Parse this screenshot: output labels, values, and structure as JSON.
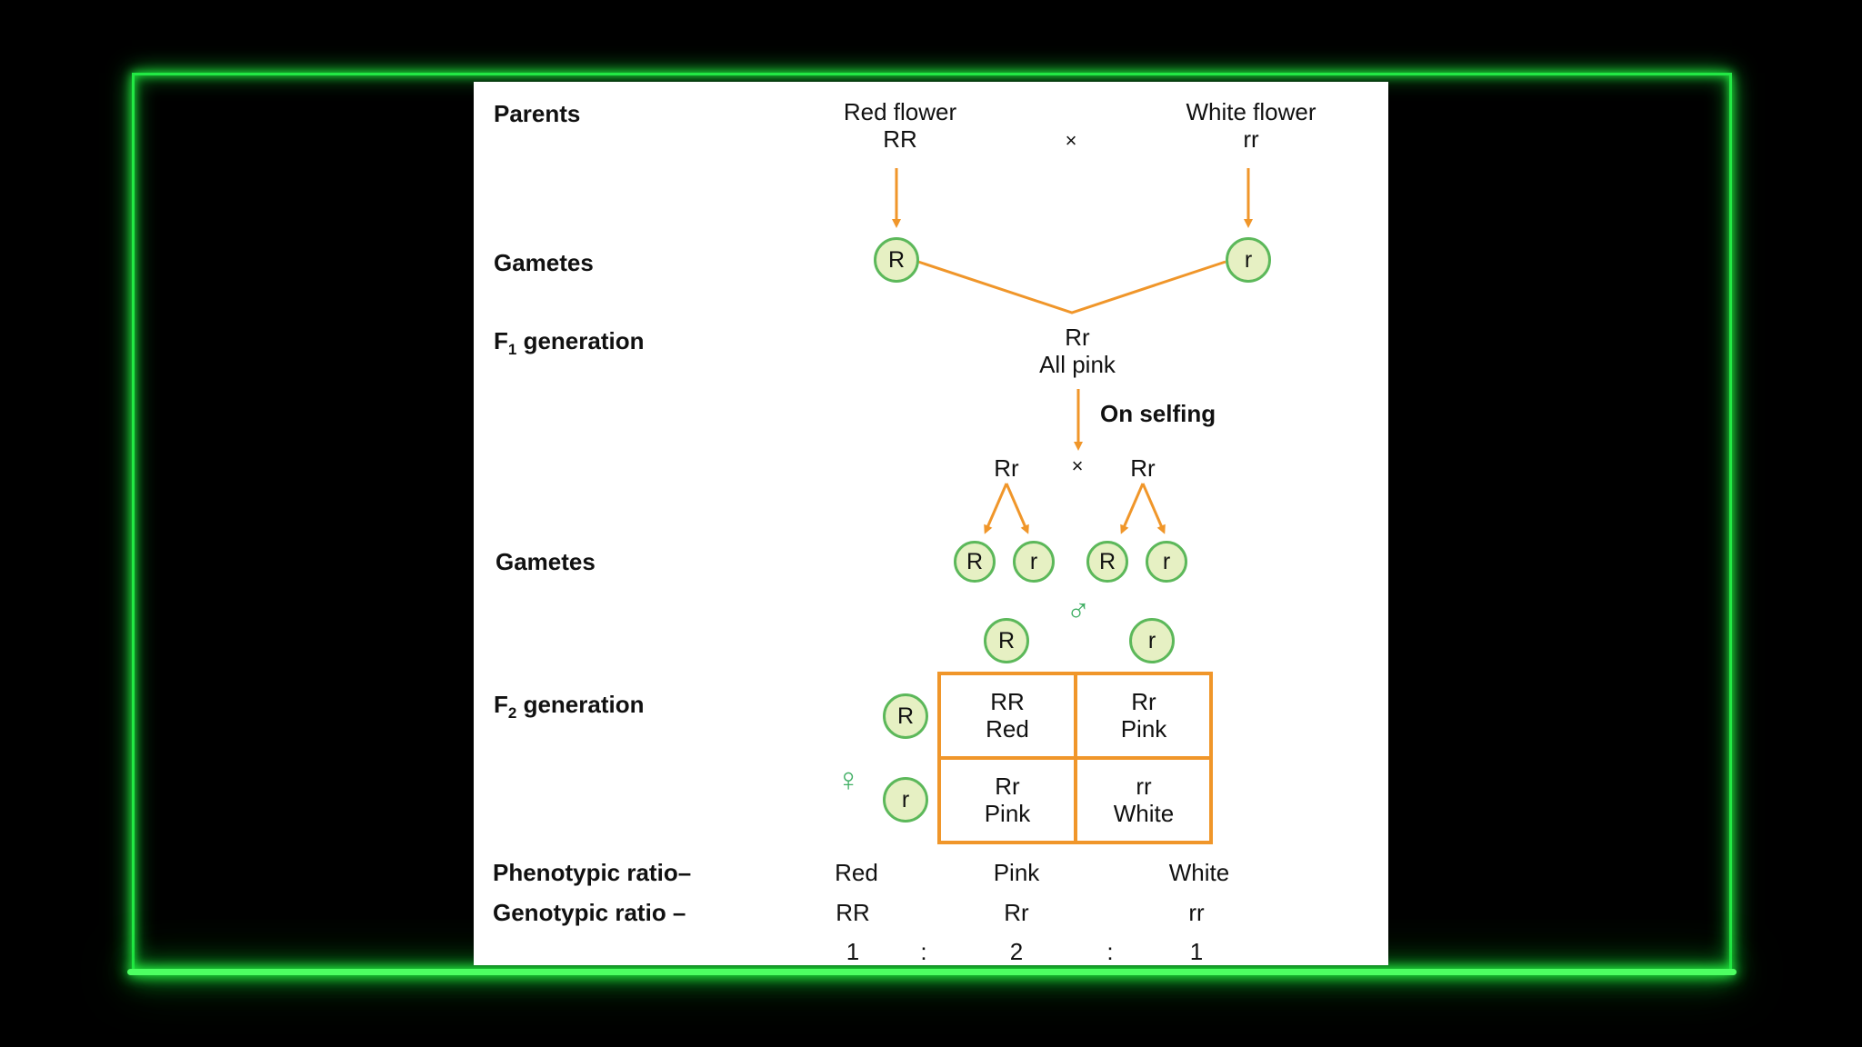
{
  "labels": {
    "parents": "Parents",
    "gametes_1": "Gametes",
    "f1_prefix": "F",
    "f1_sub": "1",
    "f1_suffix": " generation",
    "gametes_2": "Gametes",
    "f2_prefix": "F",
    "f2_sub": "2",
    "f2_suffix": " generation",
    "phenotypic": "Phenotypic ratio–",
    "genotypic": "Genotypic ratio –"
  },
  "parents": {
    "left_name": "Red flower",
    "left_genotype": "RR",
    "cross": "×",
    "right_name": "White flower",
    "right_genotype": "rr"
  },
  "gametes_1": {
    "left": "R",
    "right": "r"
  },
  "f1": {
    "genotype": "Rr",
    "phenotype": "All pink",
    "selfing": "On selfing"
  },
  "f1_cross": {
    "left": "Rr",
    "cross": "×",
    "right": "Rr"
  },
  "gametes_2": [
    "R",
    "r",
    "R",
    "r"
  ],
  "punnett": {
    "male_symbol": "♂",
    "female_symbol": "♀",
    "col_alleles": [
      "R",
      "r"
    ],
    "row_alleles": [
      "R",
      "r"
    ],
    "cells": [
      {
        "genotype": "RR",
        "phenotype": "Red"
      },
      {
        "genotype": "Rr",
        "phenotype": "Pink"
      },
      {
        "genotype": "Rr",
        "phenotype": "Pink"
      },
      {
        "genotype": "rr",
        "phenotype": "White"
      }
    ]
  },
  "ratios": {
    "phenotypes": [
      "Red",
      "Pink",
      "White"
    ],
    "genotypes": [
      "RR",
      "Rr",
      "rr"
    ],
    "numbers": [
      "1",
      "2",
      "1"
    ],
    "separator": ":"
  },
  "colors": {
    "arrow": "#f0962a",
    "circle_fill": "#e6f0c3",
    "circle_border": "#5cb85a",
    "neon": "#22e844"
  }
}
